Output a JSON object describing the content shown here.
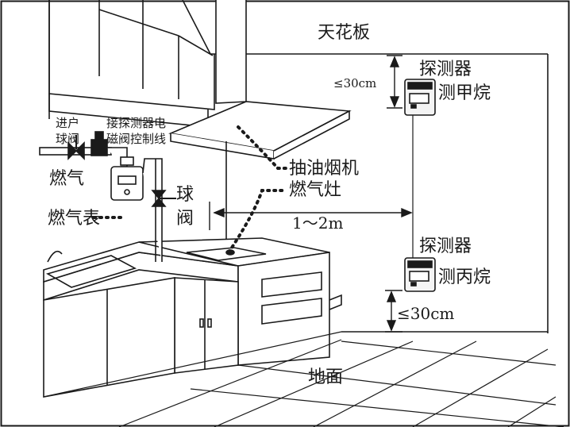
{
  "labels": {
    "ceiling": "天花板",
    "floor": "地面",
    "detector_top_l1": "探测器",
    "detector_top_l2": "测甲烷",
    "detector_bottom_l1": "探测器",
    "detector_bottom_l2": "测丙烷",
    "top_distance": "≤30cm",
    "bottom_distance": "≤30cm",
    "horizontal_distance": "1～2m",
    "range_hood": "抽油烟机",
    "gas_stove": "燃气灶",
    "inlet_valve_l1": "进户",
    "inlet_valve_l2": "球阀",
    "solenoid_l1": "接探测器电",
    "solenoid_l2": "磁阀控制线",
    "gas": "燃气",
    "gas_meter": "燃气表",
    "ball_valve_l1": "球",
    "ball_valve_l2": "阀"
  },
  "colors": {
    "line": "#1a1a1a",
    "background": "#ffffff",
    "detector_body": "#f4f4f4"
  }
}
